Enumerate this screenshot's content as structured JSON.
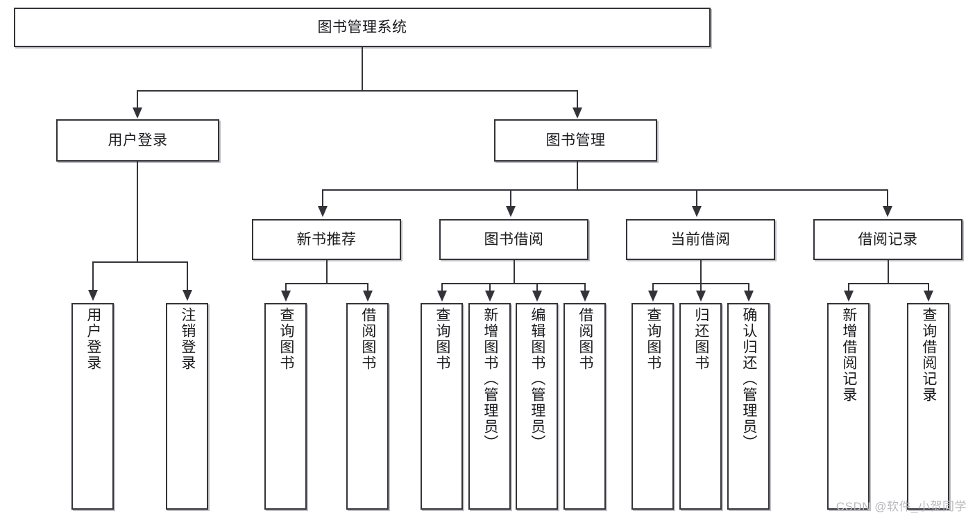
{
  "diagram": {
    "type": "tree-hierarchy",
    "title": "图书管理系统",
    "background_color": "#ffffff",
    "border_color": "#33333a",
    "text_color": "#1b1b1f",
    "levels": 4,
    "root": {
      "label": "图书管理系统",
      "orientation": "horizontal"
    },
    "level2": [
      {
        "label": "用户登录",
        "orientation": "horizontal"
      },
      {
        "label": "图书管理",
        "orientation": "horizontal"
      }
    ],
    "level3": [
      {
        "label": "新书推荐",
        "orientation": "horizontal",
        "parent": "图书管理"
      },
      {
        "label": "图书借阅",
        "orientation": "horizontal",
        "parent": "图书管理"
      },
      {
        "label": "当前借阅",
        "orientation": "horizontal",
        "parent": "图书管理"
      },
      {
        "label": "借阅记录",
        "orientation": "horizontal",
        "parent": "图书管理"
      }
    ],
    "leaves": {
      "user_login": [
        {
          "label": "用户登录",
          "orientation": "vertical"
        },
        {
          "label": "注销登录",
          "orientation": "vertical"
        }
      ],
      "new_book_recommend": [
        {
          "label": "查询图书",
          "orientation": "vertical"
        },
        {
          "label": "借阅图书",
          "orientation": "vertical"
        }
      ],
      "book_borrow": [
        {
          "label": "查询图书",
          "orientation": "vertical"
        },
        {
          "label": "新增图书（管理员）",
          "orientation": "vertical"
        },
        {
          "label": "编辑图书（管理员）",
          "orientation": "vertical"
        },
        {
          "label": "借阅图书",
          "orientation": "vertical"
        }
      ],
      "current_borrow": [
        {
          "label": "查询图书",
          "orientation": "vertical"
        },
        {
          "label": "归还图书",
          "orientation": "vertical"
        },
        {
          "label": "确认归还（管理员）",
          "orientation": "vertical"
        }
      ],
      "borrow_record": [
        {
          "label": "新增借阅记录",
          "orientation": "vertical"
        },
        {
          "label": "查询借阅记录",
          "orientation": "vertical"
        }
      ]
    }
  },
  "watermark": {
    "text": "CSDN @软件_小贺同学"
  }
}
